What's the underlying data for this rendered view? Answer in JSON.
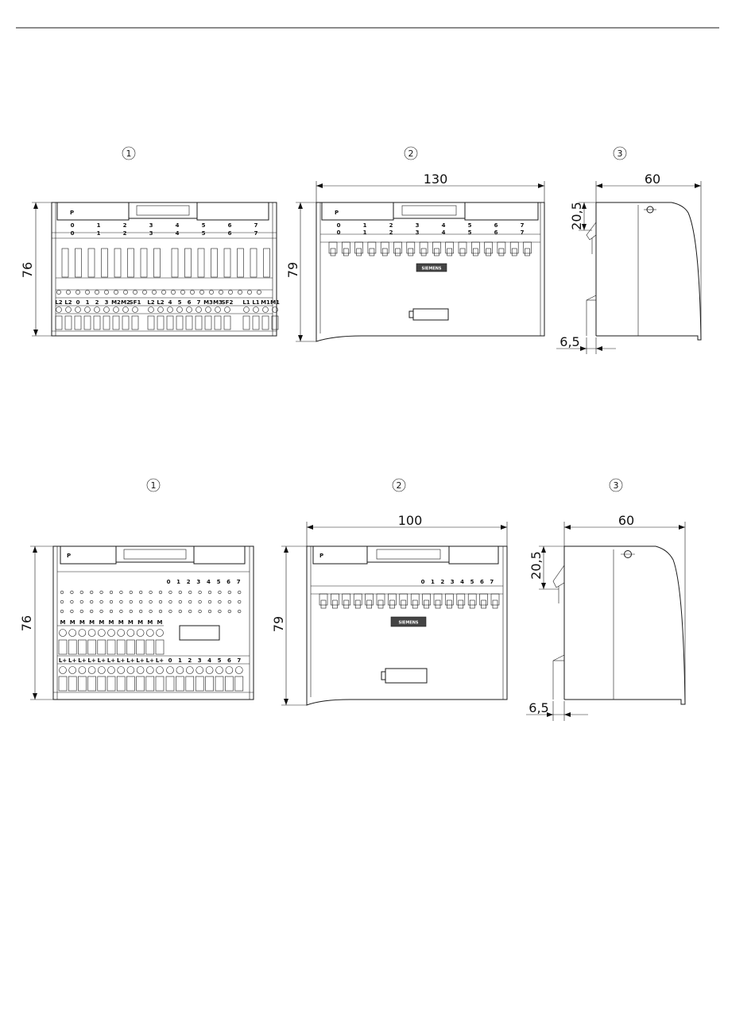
{
  "callouts": {
    "front": "1",
    "top": "2",
    "side": "3"
  },
  "upper": {
    "front_height": "76",
    "top_width": "130",
    "top_height": "79",
    "side_width": "60",
    "side_top": "20,5",
    "side_offset": "6,5",
    "channel_numbers": [
      "0",
      "1",
      "2",
      "3",
      "4",
      "5",
      "6",
      "7"
    ],
    "terminal_labels": [
      "L2",
      "L2",
      "0",
      "1",
      "2",
      "3",
      "M2",
      "M2",
      "SF1",
      "L2",
      "L2",
      "4",
      "5",
      "6",
      "7",
      "M3",
      "M3",
      "SF2",
      "L1",
      "L1",
      "M1",
      "M1"
    ],
    "brand": "SIEMENS",
    "port_label": "P"
  },
  "lower": {
    "front_height": "76",
    "top_width": "100",
    "top_height": "79",
    "side_width": "60",
    "side_top": "20,5",
    "side_offset": "6,5",
    "channel_numbers": [
      "0",
      "1",
      "2",
      "3",
      "4",
      "5",
      "6",
      "7"
    ],
    "m_labels": [
      "M",
      "M",
      "M",
      "M",
      "M",
      "M",
      "M",
      "M",
      "M",
      "M",
      "M"
    ],
    "lplus_labels": [
      "L+",
      "L+",
      "L+",
      "L+",
      "L+",
      "L+",
      "L+",
      "L+",
      "L+",
      "L+",
      "L+"
    ],
    "brand": "SIEMENS",
    "port_label": "P"
  }
}
